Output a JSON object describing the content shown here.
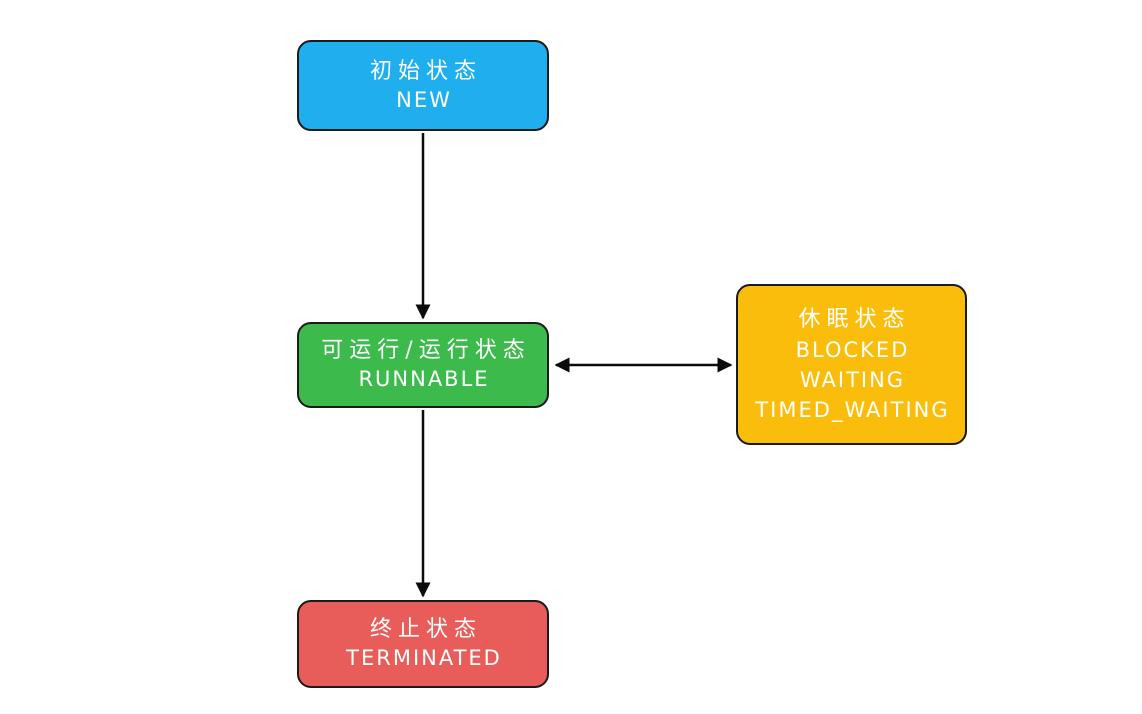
{
  "diagram": {
    "background_color": "#ffffff",
    "node_border_color": "#1a1a1a",
    "node_text_color": "#ffffff",
    "arrow_color": "#0b0b0b",
    "nodes": [
      {
        "id": "new",
        "label_zh": "初始状态",
        "label_en": "NEW",
        "color": "#1fafef"
      },
      {
        "id": "runnable",
        "label_zh": "可运行/运行状态",
        "label_en": "RUNNABLE",
        "color": "#3cba4c"
      },
      {
        "id": "sleep",
        "color": "#fbbd0b",
        "lines": [
          "休眠状态",
          "BLOCKED",
          "WAITING",
          "TIMED_WAITING"
        ]
      },
      {
        "id": "terminated",
        "label_zh": "终止状态",
        "label_en": "TERMINATED",
        "color": "#e85d5a"
      }
    ],
    "edges": [
      {
        "from": "new",
        "to": "runnable",
        "direction": "one-way"
      },
      {
        "from": "runnable",
        "to": "terminated",
        "direction": "one-way"
      },
      {
        "from": "runnable",
        "to": "sleep",
        "direction": "two-way"
      }
    ]
  }
}
